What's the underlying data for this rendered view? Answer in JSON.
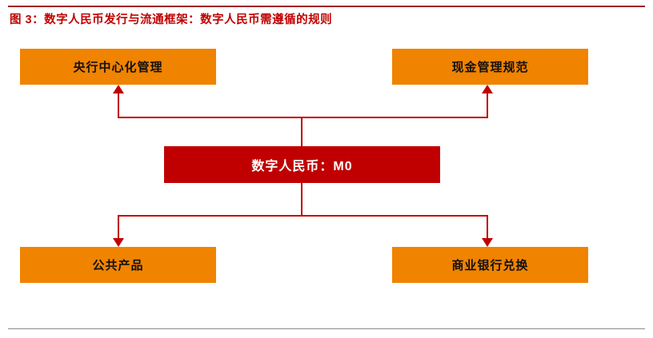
{
  "figure": {
    "title": "图 3：数字人民币发行与流通框架：数字人民币需遵循的规则"
  },
  "diagram": {
    "center": {
      "label": "数字人民币：M0"
    },
    "nodes": [
      {
        "id": "central-bank-centralized-management",
        "label": "央行中心化管理"
      },
      {
        "id": "cash-management-rules",
        "label": "现金管理规范"
      },
      {
        "id": "public-goods",
        "label": "公共产品"
      },
      {
        "id": "commercial-bank-exchange",
        "label": "商业银行兑换"
      }
    ]
  },
  "colors": {
    "title_red": "#c00000",
    "arrow_red": "#c00000",
    "center_box_red": "#c00000",
    "node_orange": "#f08300",
    "rule_gray": "#8a8a8a"
  }
}
